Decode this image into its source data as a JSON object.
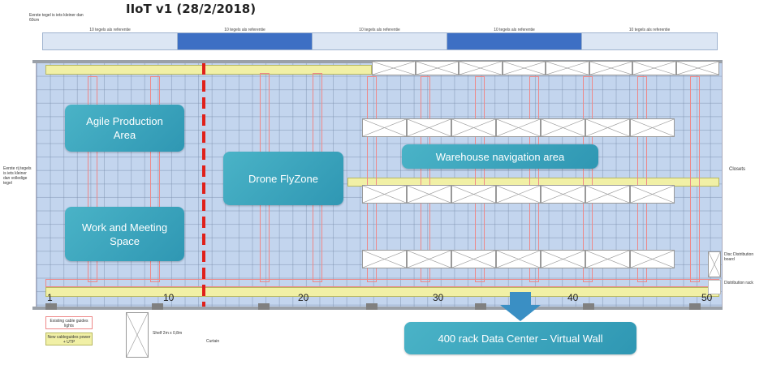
{
  "title": "IIoT v1 (28/2/2018)",
  "top_note": "Eerste tegel is iets kleiner dan 60cm",
  "reference_segments": [
    {
      "label": "10 tegels als referentie",
      "highlight": false
    },
    {
      "label": "10 tegels als referentie",
      "highlight": true
    },
    {
      "label": "10 tegels als referentie",
      "highlight": false
    },
    {
      "label": "10 tegels als referentie",
      "highlight": true
    },
    {
      "label": "10 tegels als referentie",
      "highlight": false
    }
  ],
  "zones": {
    "agile": "Agile Production Area",
    "work": "Work and Meeting Space",
    "drone": "Drone FlyZone",
    "warehouse": "Warehouse navigation area",
    "datacenter": "400 rack Data Center – Virtual Wall"
  },
  "axis_numbers": [
    "1",
    "10",
    "20",
    "30",
    "40",
    "50"
  ],
  "left_note": "Eerste rij tegels is iets kleiner dan volledige tegel",
  "right_labels": {
    "closets": "Closets",
    "disc": "Disc Distribution board",
    "rack": "Distribution rack"
  },
  "legend": {
    "existing": "Existing cable guides lights",
    "new": "New cableguides power + UTP",
    "shelf": "Shelf 2m x 0,8m",
    "curtain": "Curtain"
  },
  "colors": {
    "floor": "#c3d5ee",
    "zone": "#3aa6bd",
    "curtain": "#e0201a",
    "cable_new": "#f1f0a6",
    "cable_existing": "#e88888"
  }
}
